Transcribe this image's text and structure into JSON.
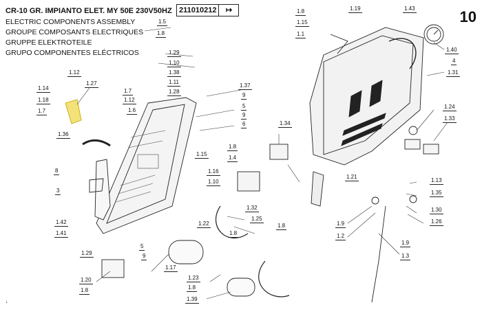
{
  "header": {
    "title": "CR-10 GR. IMPIANTO ELET. MY 50E 230V50HZ",
    "lines": [
      "ELECTRIC COMPONENTS ASSEMBLY",
      "GROUPE COMPOSANTS ELECTRIQUES",
      "GRUPPE ELEKTROTEILE",
      "GRUPO COMPONENTES ELÉCTRICOS"
    ],
    "code": "211010212",
    "code_arrow": "↦",
    "sheet_number": "10"
  },
  "labels": [
    "1.5",
    "1.8",
    "1.8",
    "1.15",
    "1.1",
    "1.19",
    "1.43",
    "1.40",
    "4",
    "1.31",
    "1.29",
    "1.10",
    "1.38",
    "1.11",
    "1.28",
    "1.12",
    "1.27",
    "1.7",
    "1.14",
    "1.18",
    "1.12",
    "1.6",
    "1.7",
    "1.36",
    "1.37",
    "9",
    "5",
    "9",
    "6",
    "1.34",
    "1.8",
    "1.24",
    "1.33",
    "1.15",
    "1.16",
    "1.4",
    "1.10",
    "1.21",
    "1.13",
    "1.35",
    "1.30",
    "1.26",
    "8",
    "3",
    "1.32",
    "1.25",
    "1.9",
    "1.2",
    "1.8",
    "1.22",
    "1.42",
    "1.41",
    "1.29",
    "5",
    "9",
    "1.9",
    "1.3",
    "1.17",
    "1.20",
    "1.8",
    "1.23",
    "1.8",
    "1.39",
    "1.8"
  ],
  "footer_mark": "↓"
}
